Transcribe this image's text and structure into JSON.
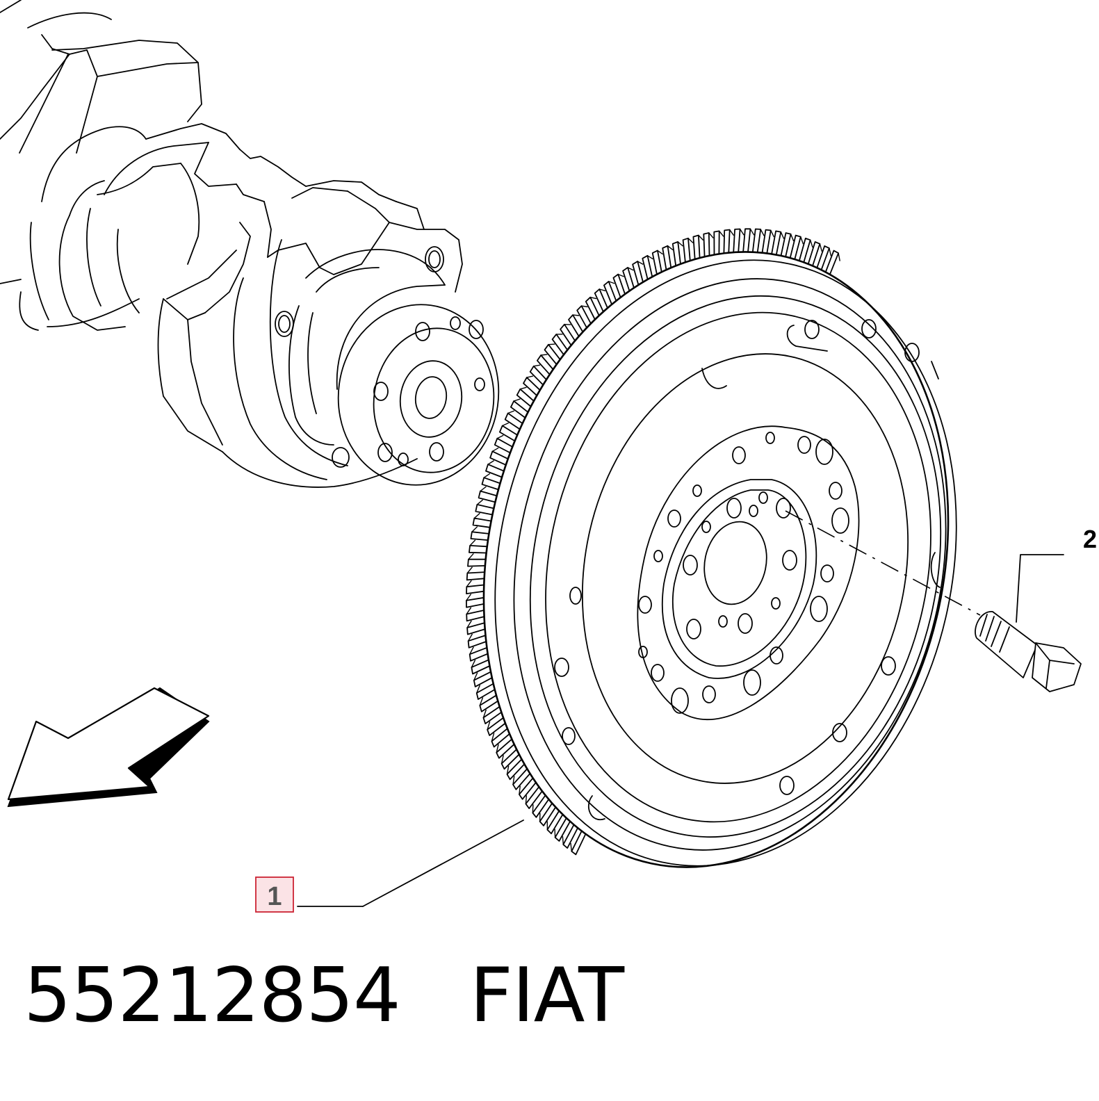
{
  "callouts": [
    {
      "id": "1",
      "label": "1",
      "highlighted": true,
      "highlight_color": "#cc2233"
    },
    {
      "id": "2",
      "label": "2",
      "highlighted": false
    }
  ],
  "caption": {
    "part_number": "55212854",
    "brand": "FIAT"
  },
  "icons": [
    "direction-arrow-icon"
  ]
}
